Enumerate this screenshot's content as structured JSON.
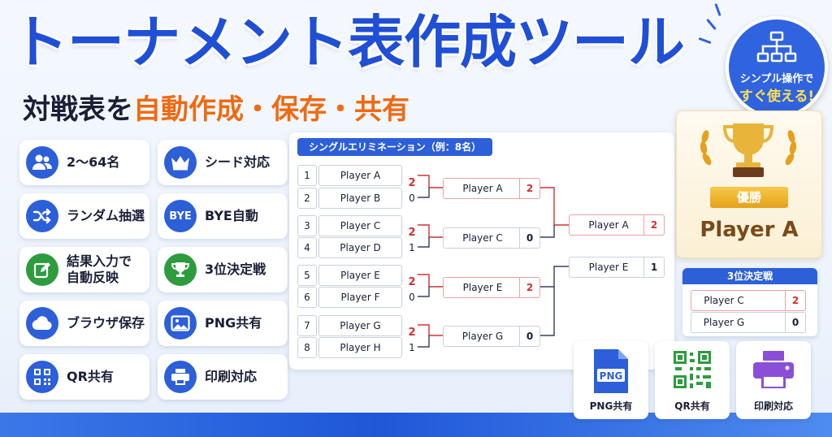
{
  "header": {
    "title": "トーナメント表作成ツール",
    "subtitle_prefix": "対戦表を",
    "subtitle_highlight": "自動作成・保存・共有"
  },
  "badge": {
    "line1": "シンプル操作で",
    "line2": "すぐ使える!"
  },
  "features": [
    {
      "label": "2〜64名",
      "icon": "users-icon"
    },
    {
      "label": "シード対応",
      "icon": "crown-icon"
    },
    {
      "label": "ランダム抽選",
      "icon": "shuffle-icon"
    },
    {
      "label": "BYE自動",
      "icon": "bye-icon",
      "icon_text": "BYE"
    },
    {
      "label": "結果入力で\n自動反映",
      "icon": "edit-icon"
    },
    {
      "label": "3位決定戦",
      "icon": "trophy-icon"
    },
    {
      "label": "ブラウザ保存",
      "icon": "cloud-icon"
    },
    {
      "label": "PNG共有",
      "icon": "image-icon"
    },
    {
      "label": "QR共有",
      "icon": "qr-icon"
    },
    {
      "label": "印刷対応",
      "icon": "printer-icon"
    }
  ],
  "bracket": {
    "label": "シングルエリミネーション（例：8名）",
    "round1": [
      {
        "seed": "1",
        "name": "Player A",
        "score": "2",
        "win": true
      },
      {
        "seed": "2",
        "name": "Player B",
        "score": "0",
        "win": false
      },
      {
        "seed": "3",
        "name": "Player C",
        "score": "2",
        "win": true
      },
      {
        "seed": "4",
        "name": "Player D",
        "score": "1",
        "win": false
      },
      {
        "seed": "5",
        "name": "Player E",
        "score": "2",
        "win": true
      },
      {
        "seed": "6",
        "name": "Player F",
        "score": "0",
        "win": false
      },
      {
        "seed": "7",
        "name": "Player G",
        "score": "2",
        "win": true
      },
      {
        "seed": "8",
        "name": "Player H",
        "score": "1",
        "win": false
      }
    ],
    "round2": [
      {
        "name": "Player A",
        "score": "2",
        "win": true
      },
      {
        "name": "Player C",
        "score": "0",
        "win": false
      },
      {
        "name": "Player E",
        "score": "2",
        "win": true
      },
      {
        "name": "Player G",
        "score": "0",
        "win": false
      }
    ],
    "final": [
      {
        "name": "Player A",
        "score": "2",
        "win": true
      },
      {
        "name": "Player E",
        "score": "1",
        "win": false
      }
    ]
  },
  "champion": {
    "ribbon": "優勝",
    "name": "Player A"
  },
  "third_place": {
    "title": "3位決定戦",
    "rows": [
      {
        "name": "Player C",
        "score": "2",
        "win": true
      },
      {
        "name": "Player G",
        "score": "0",
        "win": false
      }
    ]
  },
  "share": [
    {
      "label": "PNG共有",
      "icon": "png-file-icon",
      "icon_text": "PNG"
    },
    {
      "label": "QR共有",
      "icon": "qr-code-icon"
    },
    {
      "label": "印刷対応",
      "icon": "printer-icon"
    }
  ],
  "colors": {
    "primary": "#1f4fd6",
    "accent": "#ef6a12",
    "green": "#2d9b3e",
    "win": "#d23030",
    "gold": "#e4a11b"
  }
}
